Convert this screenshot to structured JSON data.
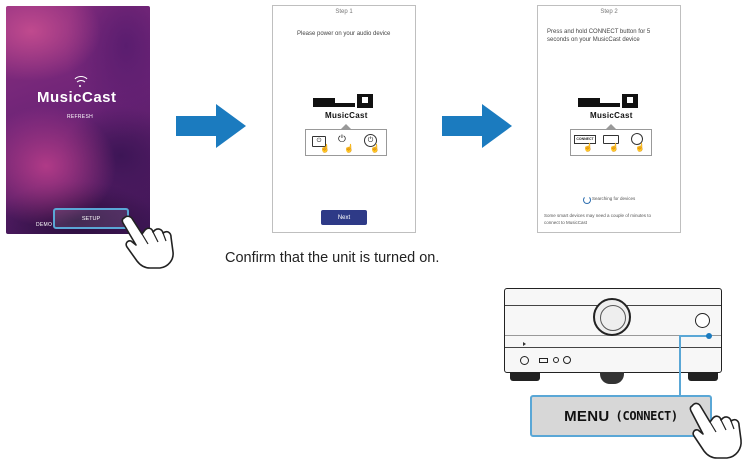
{
  "screen1": {
    "logo": "MusicCast",
    "refresh": "REFRESH",
    "demo": "DEMO",
    "setup": "SETUP"
  },
  "screen2": {
    "step": "Step 1",
    "instruction": "Please power on your audio device",
    "logo": "MusicCast",
    "next": "Next"
  },
  "screen3": {
    "step": "Step 2",
    "instruction_line1": "Press and hold CONNECT button for 5",
    "instruction_line2": "seconds on your MusicCast device",
    "logo": "MusicCast",
    "connect_label": "CONNECT",
    "searching": "Searching for devices",
    "note_line1": "Some smart devices may need a couple of minutes to",
    "note_line2": "connect to MusicCast"
  },
  "caption": "Confirm that the unit is turned on.",
  "receiver": {
    "menu_label": "MENU",
    "connect_label": "(CONNECT)"
  },
  "colors": {
    "accent_blue": "#1b7bbf",
    "highlight_outline": "#5aa7d6",
    "next_button": "#2e3a87"
  }
}
